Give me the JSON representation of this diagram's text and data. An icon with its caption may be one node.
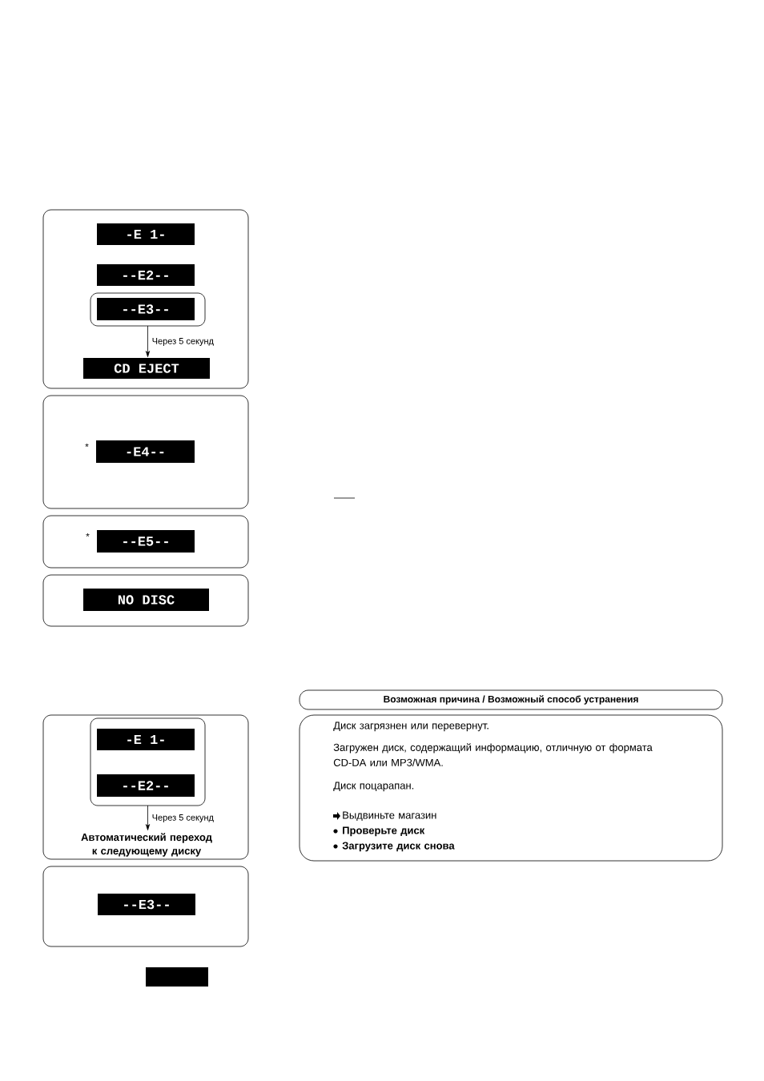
{
  "diagram": {
    "nodes": [
      {
        "text": [],
        "shape": "box"
      },
      {
        "text": [
          "-E 1-"
        ],
        "in": 0
      },
      {
        "text": [
          "--E2--"
        ],
        "in": 0
      },
      {
        "text": [],
        "shape": "box",
        "in": 0
      },
      {
        "text": [
          "--E3--"
        ],
        "in": 3
      },
      {
        "text": [
          "CD EJECT"
        ],
        "in": 0
      },
      {
        "text": [],
        "shape": "box"
      },
      {
        "text": [
          "-E4--"
        ],
        "in": 6,
        "beside": [
          "*"
        ]
      },
      {
        "text": [],
        "shape": "box"
      },
      {
        "text": [
          "--E5--"
        ],
        "in": 8,
        "beside": [
          "*"
        ]
      },
      {
        "text": [],
        "shape": "box"
      },
      {
        "text": [
          "NO DISC"
        ],
        "in": 10
      },
      {
        "text": [],
        "shape": "box"
      },
      {
        "text": [],
        "shape": "box",
        "in": 12
      },
      {
        "text": [
          "-E 1-"
        ],
        "in": 13
      },
      {
        "text": [
          "--E2--"
        ],
        "in": 13
      },
      {
        "text": [
          "Автоматический переход к следующему диску"
        ],
        "in": 12
      },
      {
        "text": [],
        "shape": "box"
      },
      {
        "text": [
          "--E3--"
        ],
        "in": 17
      },
      {
        "text": [
          "Возможная причина / Возможный способ устранения"
        ]
      },
      {
        "text": [
          "Диск загрязнен или перевернут.",
          "Загружен диск, содержащий информацию, отличную от формата CD-DA или MP3/WMA.",
          "Диск поцарапан.",
          "Выдвиньте магазин",
          "Проверьте диск",
          "Загрузите диск снова"
        ]
      }
    ],
    "edges": [
      {
        "from": 3,
        "to": 5,
        "arrow": "to",
        "label": "Через 5 секунд"
      },
      {
        "from": 13,
        "to": 16,
        "arrow": "to",
        "label": "Через 5 секунд"
      }
    ]
  }
}
